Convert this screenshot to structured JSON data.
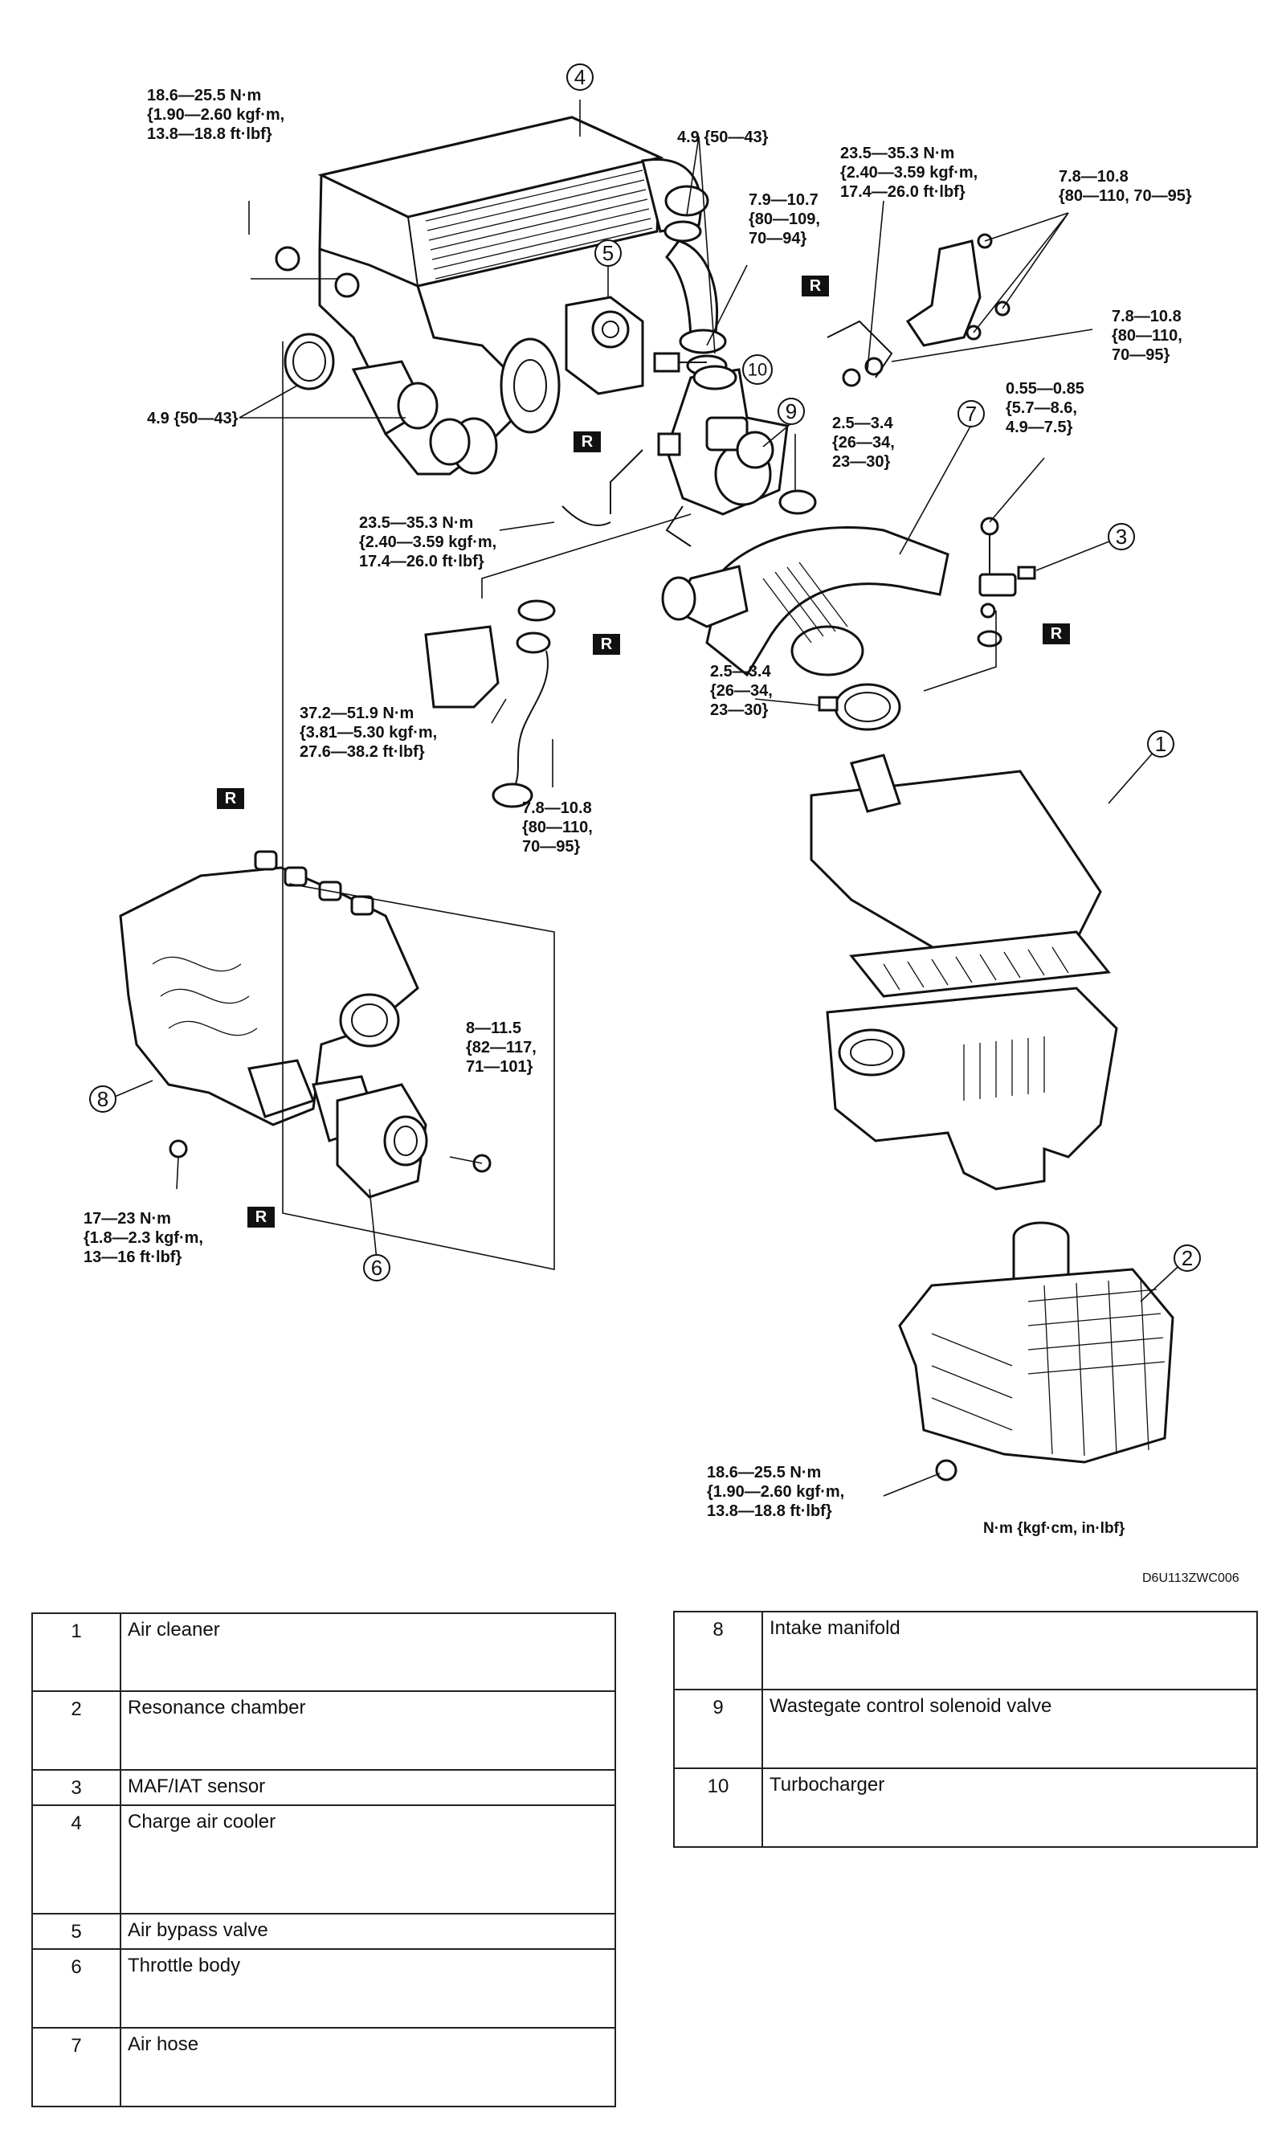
{
  "torque_specs": {
    "t_top_left": [
      "18.6—25.5 N·m",
      "{1.90—2.60 kgf·m,",
      "13.8—18.8 ft·lbf}"
    ],
    "t_hose_clamp_top": [
      "4.9 {50—43}"
    ],
    "t_turbo_hose": [
      "7.9—10.7",
      "{80—109,",
      "70—94}"
    ],
    "t_turbo_bracket": [
      "23.5—35.3 N·m",
      "{2.40—3.59 kgf·m,",
      "17.4—26.0 ft·lbf}"
    ],
    "t_heat_shield": [
      "7.8—10.8",
      "{80—110, 70—95}"
    ],
    "t_heat_shield_2": [
      "7.8—10.8",
      "{80—110,",
      "70—95}"
    ],
    "t_clamp_left": [
      "4.9 {50—43}"
    ],
    "t_sensor": [
      "0.55—0.85",
      "{5.7—8.6,",
      "4.9—7.5}"
    ],
    "t_air_hose_clamp": [
      "2.5—3.4",
      "{26—34,",
      "23—30}"
    ],
    "t_oil_pipe": [
      "23.5—35.3 N·m",
      "{2.40—3.59 kgf·m,",
      "17.4—26.0 ft·lbf}"
    ],
    "t_bracket": [
      "37.2—51.9 N·m",
      "{3.81—5.30 kgf·m,",
      "27.6—38.2 ft·lbf}"
    ],
    "t_air_cleaner_clamp": [
      "2.5—3.4",
      "{26—34,",
      "23—30}"
    ],
    "t_pipe_bolt": [
      "7.8—10.8",
      "{80—110,",
      "70—95}"
    ],
    "t_throttle": [
      "8—11.5",
      "{82—117,",
      "71—101}"
    ],
    "t_manifold": [
      "17—23 N·m",
      "{1.8—2.3 kgf·m,",
      "13—16 ft·lbf}"
    ],
    "t_resonance": [
      "18.6—25.5 N·m",
      "{1.90—2.60 kgf·m,",
      "13.8—18.8 ft·lbf}"
    ]
  },
  "callouts": [
    "1",
    "2",
    "3",
    "4",
    "5",
    "6",
    "7",
    "8",
    "9",
    "10"
  ],
  "replace_tag": "R",
  "units_note": "N·m {kgf·cm, in·lbf}",
  "figure_code": "D6U113ZWC006",
  "legend": {
    "left": [
      {
        "num": "1",
        "name": "Air cleaner"
      },
      {
        "num": "2",
        "name": "Resonance chamber"
      },
      {
        "num": "3",
        "name": "MAF/IAT sensor"
      },
      {
        "num": "4",
        "name": "Charge air cooler"
      },
      {
        "num": "5",
        "name": "Air bypass valve"
      },
      {
        "num": "6",
        "name": "Throttle body"
      },
      {
        "num": "7",
        "name": "Air hose"
      }
    ],
    "right": [
      {
        "num": "8",
        "name": "Intake manifold"
      },
      {
        "num": "9",
        "name": "Wastegate control solenoid valve"
      },
      {
        "num": "10",
        "name": "Turbocharger"
      }
    ]
  }
}
